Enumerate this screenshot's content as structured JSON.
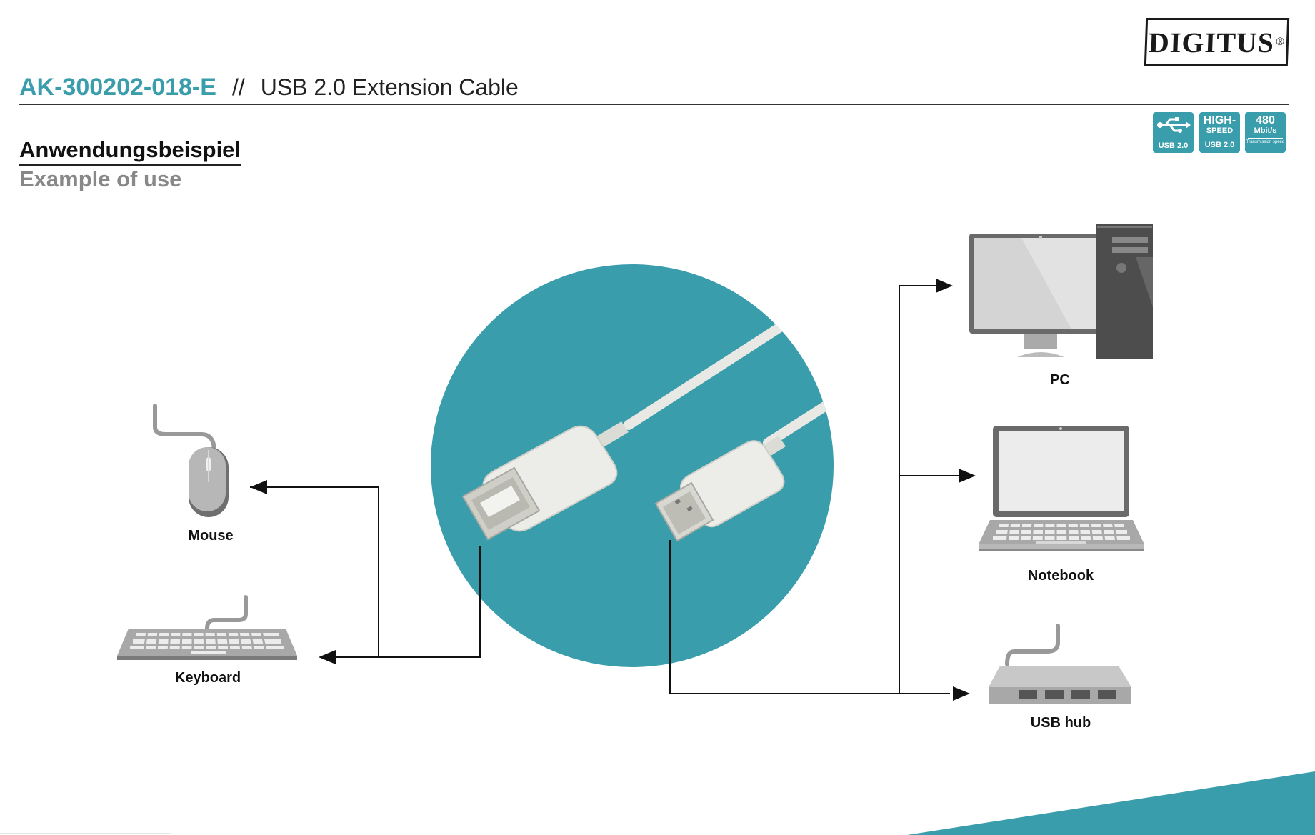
{
  "header": {
    "logo_text": "DIGITUS",
    "logo_mark": "®",
    "product_code": "AK-300202-018-E",
    "separator": "//",
    "product_name": "USB 2.0 Extension Cable"
  },
  "section": {
    "title_de": "Anwendungsbeispiel",
    "title_en": "Example of use"
  },
  "badges": [
    {
      "line1": "",
      "line2": "USB 2.0",
      "icon": "usb-icon"
    },
    {
      "line1": "HIGH-",
      "line1b": "SPEED",
      "line2": "USB 2.0"
    },
    {
      "line1": "480",
      "line1b": "Mbit/s",
      "line2": "Transmission speed"
    }
  ],
  "devices": {
    "mouse": "Mouse",
    "keyboard": "Keyboard",
    "pc": "PC",
    "notebook": "Notebook",
    "usb_hub": "USB hub"
  },
  "colors": {
    "accent": "#3a9dab",
    "device_gray": "#8e8e8e",
    "device_dark": "#555555",
    "line": "#111111"
  }
}
